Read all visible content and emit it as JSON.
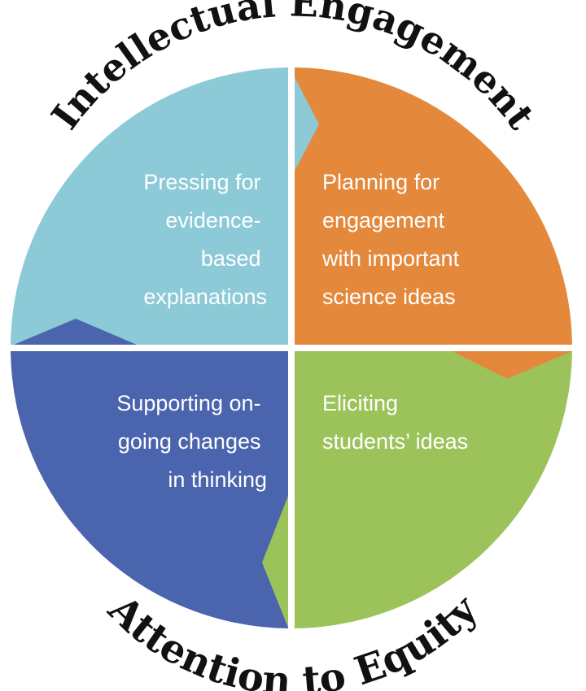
{
  "top_arc_text": "Intellectual Engagement",
  "bottom_arc_text": "Attention to Equity",
  "quadrants": {
    "top_left": {
      "lines": [
        "Pressing for",
        "evidence-",
        "based",
        "explanations"
      ],
      "color": "#8ccad8"
    },
    "top_right": {
      "lines": [
        "Planning for",
        "engagement",
        "with important",
        "science ideas"
      ],
      "color": "#e4883c"
    },
    "bottom_left": {
      "lines": [
        "Supporting on-",
        "going changes",
        "in thinking"
      ],
      "color": "#4a64ad"
    },
    "bottom_right": {
      "lines": [
        "Eliciting",
        "students’ ideas"
      ],
      "color": "#9bc35a"
    }
  }
}
